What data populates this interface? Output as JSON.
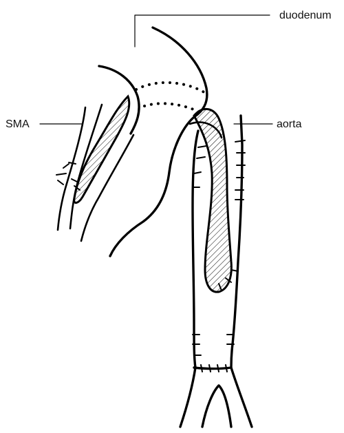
{
  "diagram": {
    "labels": {
      "duodenum": "duodenum",
      "sma": "SMA",
      "aorta": "aorta"
    },
    "colors": {
      "ink": "#000000",
      "background": "#ffffff"
    }
  }
}
